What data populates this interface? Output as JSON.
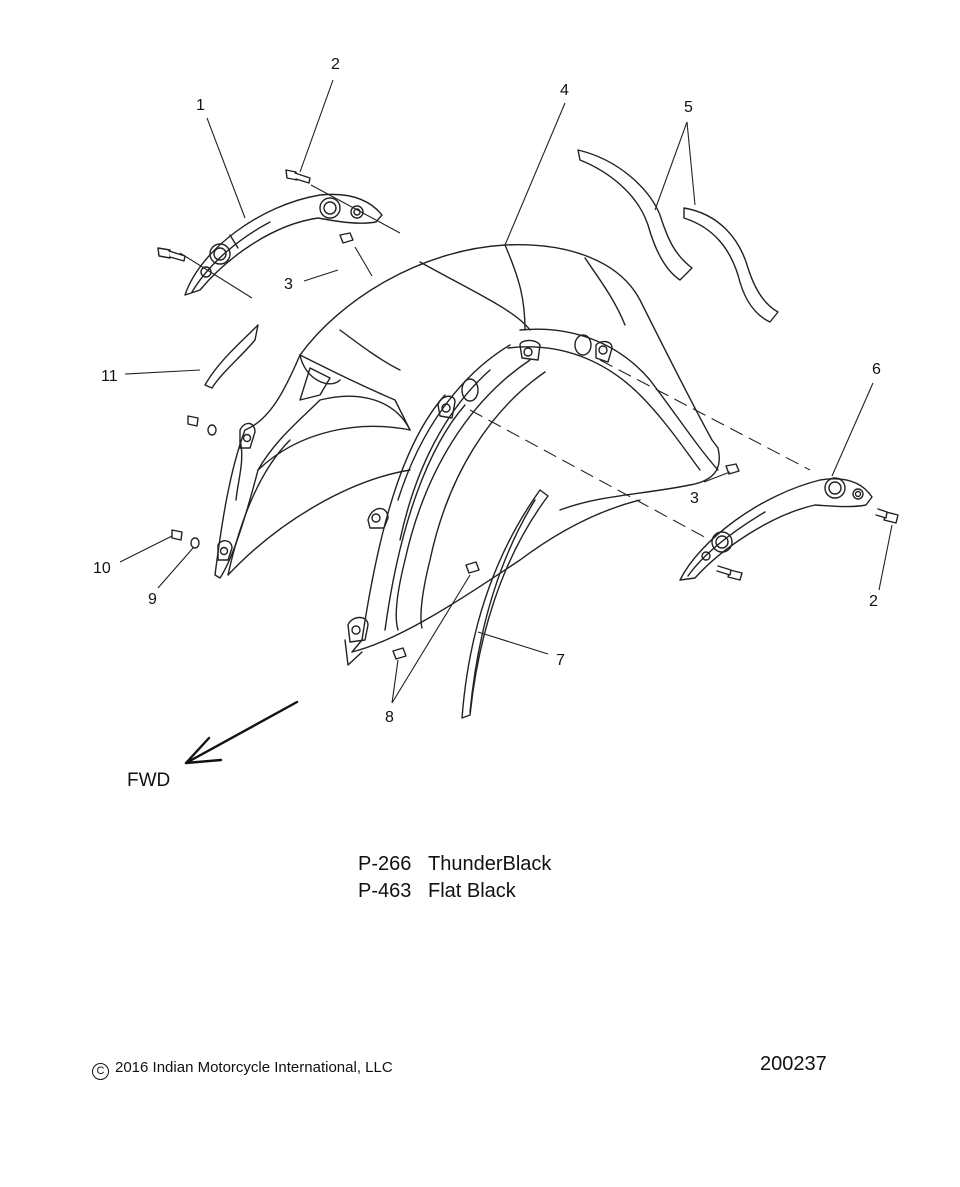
{
  "callouts": {
    "c1": "1",
    "c2a": "2",
    "c2b": "2",
    "c3a": "3",
    "c3b": "3",
    "c4": "4",
    "c5": "5",
    "c6": "6",
    "c7": "7",
    "c8": "8",
    "c9": "9",
    "c10": "10",
    "c11": "11"
  },
  "direction_label": "FWD",
  "paint_codes": [
    {
      "code": "P-266",
      "name": "ThunderBlack"
    },
    {
      "code": "P-463",
      "name": "Flat Black"
    }
  ],
  "copyright": "2016 Indian Motorcycle International, LLC",
  "copyright_icon": "copyright-icon",
  "document_number": "200237"
}
